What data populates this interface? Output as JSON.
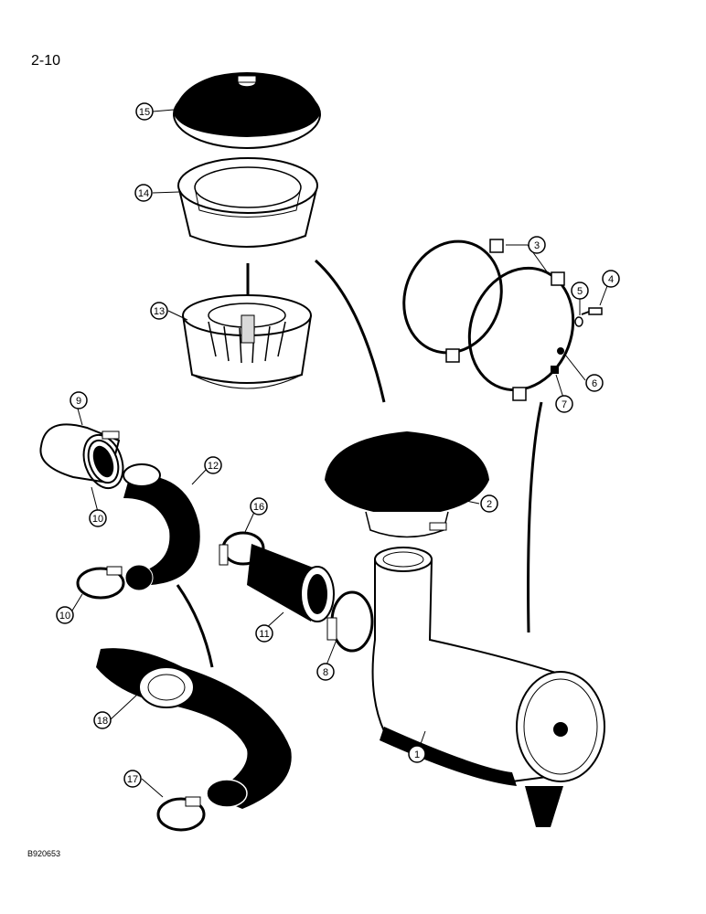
{
  "page_number": "2-10",
  "figure_code": "B920653",
  "colors": {
    "ink": "#000000",
    "paper": "#ffffff",
    "shade": "#d9d9d9"
  },
  "callouts": [
    {
      "id": "c1",
      "label": "1"
    },
    {
      "id": "c2",
      "label": "2"
    },
    {
      "id": "c3",
      "label": "3"
    },
    {
      "id": "c4",
      "label": "4"
    },
    {
      "id": "c5",
      "label": "5"
    },
    {
      "id": "c6",
      "label": "6"
    },
    {
      "id": "c7",
      "label": "7"
    },
    {
      "id": "c8",
      "label": "8"
    },
    {
      "id": "c9",
      "label": "9"
    },
    {
      "id": "c10a",
      "label": "10"
    },
    {
      "id": "c10b",
      "label": "10"
    },
    {
      "id": "c11",
      "label": "11"
    },
    {
      "id": "c12",
      "label": "12"
    },
    {
      "id": "c13",
      "label": "13"
    },
    {
      "id": "c14",
      "label": "14"
    },
    {
      "id": "c15",
      "label": "15"
    },
    {
      "id": "c16",
      "label": "16"
    },
    {
      "id": "c17",
      "label": "17"
    },
    {
      "id": "c18",
      "label": "18"
    }
  ]
}
